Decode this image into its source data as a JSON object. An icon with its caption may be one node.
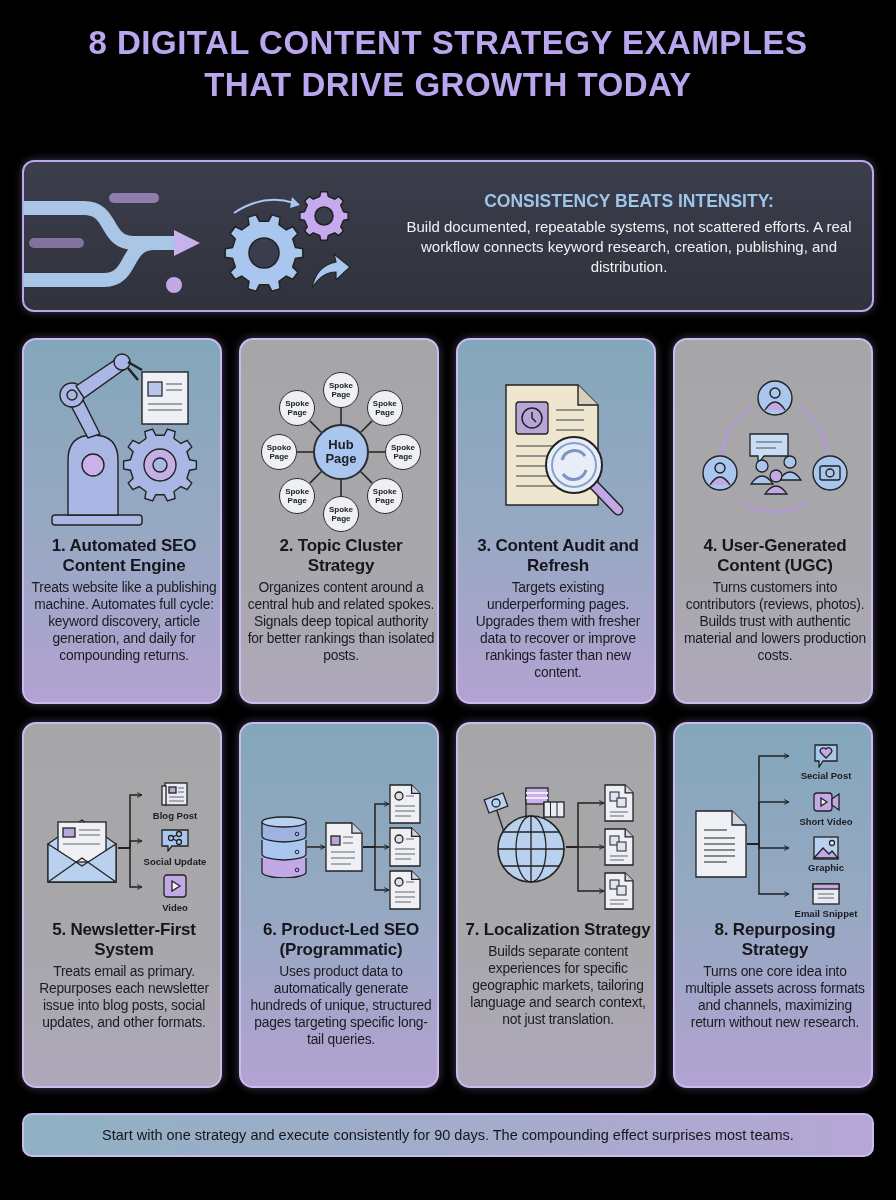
{
  "diagram": {
    "title": "8 DIGITAL CONTENT STRATEGY EXAMPLES THAT DRIVE GROWTH TODAY",
    "nodes": [
      {
        "text": [
          "CONSISTENCY BEATS INTENSITY:",
          "Build documented, repeatable systems, not scattered efforts. A real workflow connects keyword research, creation, publishing, and distribution."
        ]
      },
      {
        "text": [
          "1. Automated SEO Content Engine",
          "Treats website like a publishing machine. Automates full cycle: keyword discovery, article generation, and daily for compounding returns."
        ]
      },
      {
        "text": [
          "2. Topic Cluster Strategy",
          "Organizes content around a central hub and related spokes. Signals deep topical authority for better rankings than isolated posts."
        ]
      },
      {
        "text": [
          "Hub Page"
        ],
        "in": 2
      },
      {
        "text": [
          "Spoke Page"
        ],
        "in": 2
      },
      {
        "text": [
          "Spoke Page"
        ],
        "in": 2
      },
      {
        "text": [
          "Spoke Page"
        ],
        "in": 2
      },
      {
        "text": [
          "Spoko Page"
        ],
        "in": 2
      },
      {
        "text": [
          "Spoke Page"
        ],
        "in": 2
      },
      {
        "text": [
          "Spoke Page"
        ],
        "in": 2
      },
      {
        "text": [
          "Spoke Page"
        ],
        "in": 2
      },
      {
        "text": [
          "Spoke Page"
        ],
        "in": 2
      },
      {
        "text": [
          "3. Content Audit and Refresh",
          "Targets existing underperforming pages. Upgrades them with fresher data to recover or improve rankings faster than new content."
        ]
      },
      {
        "text": [
          "4. User-Generated Content (UGC)",
          "Turns customers into contributors (reviews, photos). Builds trust with authentic material and lowers production costs."
        ]
      },
      {
        "text": [
          "5. Newsletter-First System",
          "Treats email as primary. Repurposes each newsletter issue into blog posts, social updates, and other formats."
        ]
      },
      {
        "text": [],
        "shape": "picture",
        "in": 14
      },
      {
        "text": [
          "Blog Post"
        ],
        "in": 14
      },
      {
        "text": [
          "Social Update"
        ],
        "in": 14
      },
      {
        "text": [
          "Video"
        ],
        "in": 14
      },
      {
        "text": [
          "6. Product-Led SEO (Programmatic)",
          "Uses product data to automatically generate hundreds of unique, structured pages targeting specific long-tail queries."
        ]
      },
      {
        "text": [],
        "shape": "cylinder",
        "in": 19
      },
      {
        "text": [],
        "shape": "picture",
        "in": 19
      },
      {
        "text": [],
        "shape": "picture",
        "in": 19
      },
      {
        "text": [],
        "shape": "picture",
        "in": 19
      },
      {
        "text": [],
        "shape": "picture",
        "in": 19
      },
      {
        "text": [
          "7. Localization Strategy",
          "Builds separate content experiences for specific geographic markets, tailoring language and search context, not just translation."
        ]
      },
      {
        "text": [],
        "shape": "picture",
        "in": 25
      },
      {
        "text": [],
        "shape": "picture",
        "in": 25
      },
      {
        "text": [],
        "shape": "picture",
        "in": 25
      },
      {
        "text": [],
        "shape": "picture",
        "in": 25
      },
      {
        "text": [
          "8. Repurposing Strategy",
          "Turns one core idea into multiple assets across formats and channels, maximizing return without new research."
        ]
      },
      {
        "text": [],
        "shape": "picture",
        "in": 30
      },
      {
        "text": [
          "Secial Post"
        ],
        "in": 30
      },
      {
        "text": [
          "Short Video"
        ],
        "in": 30
      },
      {
        "text": [
          "Graphic"
        ],
        "in": 30
      },
      {
        "text": [
          "Email Snippet"
        ],
        "in": 30
      },
      {
        "text": [
          "Start with one strategy and execute consistently for 90 days. The compounding effect surprises most teams."
        ]
      }
    ],
    "edges": [
      {
        "from": 3,
        "to": 4,
        "arrow": "none"
      },
      {
        "from": 3,
        "to": 5,
        "arrow": "none"
      },
      {
        "from": 3,
        "to": 6,
        "arrow": "none"
      },
      {
        "from": 3,
        "to": 7,
        "arrow": "none"
      },
      {
        "from": 3,
        "to": 8,
        "arrow": "none"
      },
      {
        "from": 3,
        "to": 9,
        "arrow": "none"
      },
      {
        "from": 3,
        "to": 10,
        "arrow": "none"
      },
      {
        "from": 3,
        "to": 11,
        "arrow": "none"
      },
      {
        "from": 15,
        "to": 16,
        "arrow": "to"
      },
      {
        "from": 15,
        "to": 17,
        "arrow": "to"
      },
      {
        "from": 15,
        "to": 18,
        "arrow": "to"
      },
      {
        "from": 20,
        "to": 21,
        "arrow": "to"
      },
      {
        "from": 21,
        "to": 22,
        "arrow": "to"
      },
      {
        "from": 21,
        "to": 23,
        "arrow": "to"
      },
      {
        "from": 21,
        "to": 24,
        "arrow": "to"
      },
      {
        "from": 26,
        "to": 27,
        "arrow": "to"
      },
      {
        "from": 26,
        "to": 28,
        "arrow": "to"
      },
      {
        "from": 26,
        "to": 29,
        "arrow": "to"
      },
      {
        "from": 31,
        "to": 32,
        "arrow": "to"
      },
      {
        "from": 31,
        "to": 33,
        "arrow": "to"
      },
      {
        "from": 31,
        "to": 34,
        "arrow": "to"
      },
      {
        "from": 31,
        "to": 35,
        "arrow": "to"
      }
    ]
  }
}
